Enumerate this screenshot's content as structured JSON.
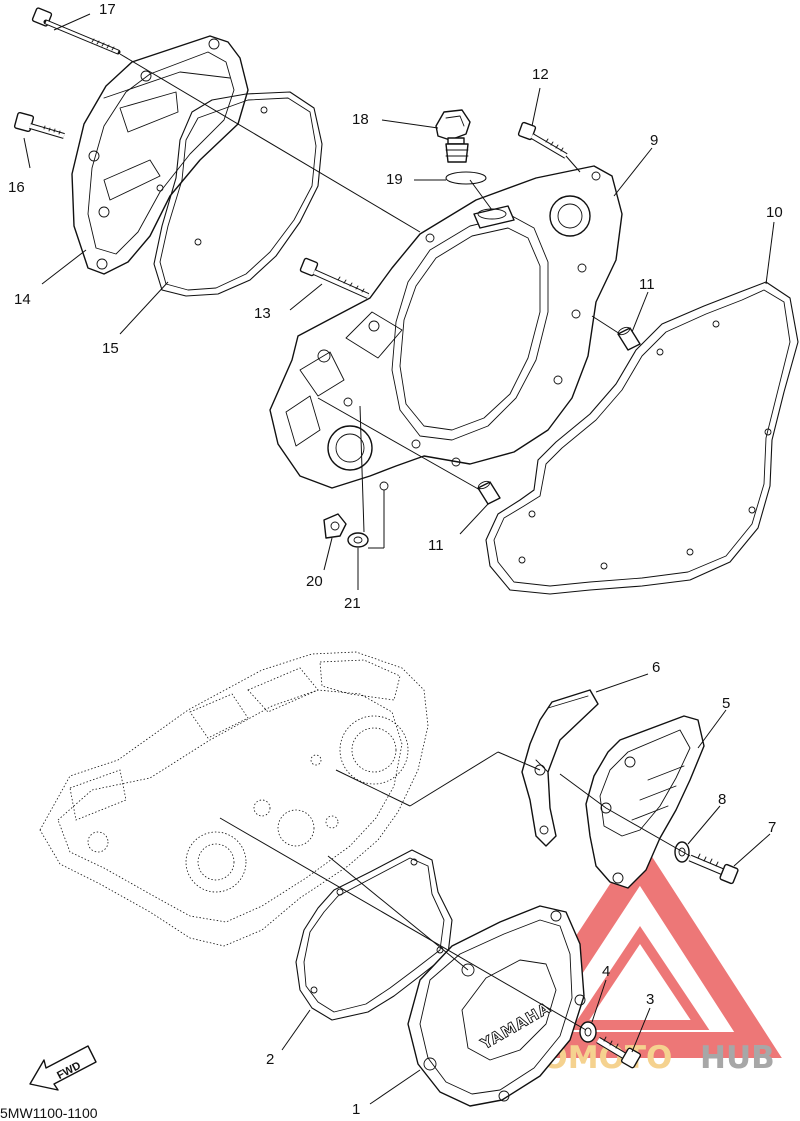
{
  "diagram": {
    "figure_code": "5MW1100-1100",
    "fwd_label": "FWD",
    "cover_lettering": "YAMAHA",
    "callouts": [
      "17",
      "16",
      "14",
      "15",
      "18",
      "19",
      "12",
      "9",
      "10",
      "11",
      "13",
      "11",
      "20",
      "21",
      "6",
      "5",
      "8",
      "7",
      "4",
      "3",
      "2",
      "1"
    ]
  },
  "watermark": {
    "brand_part1": "AUTOMOTO",
    "brand_part2": "HUB",
    "color_accent": "#e84a4a",
    "color_light": "#f6d08a",
    "color_dark": "#8a8a8a"
  }
}
